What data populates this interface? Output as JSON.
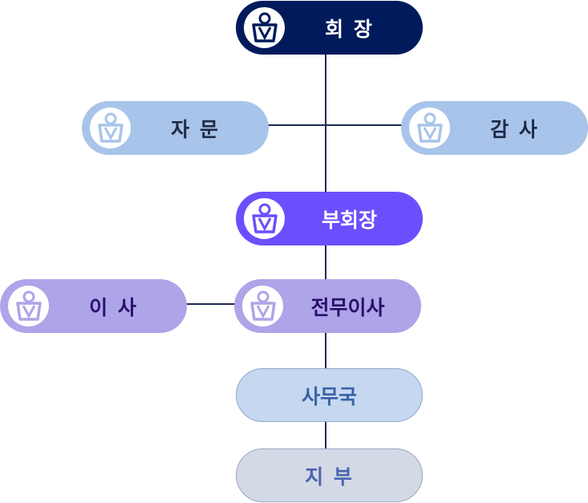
{
  "nodes": {
    "chairman": {
      "label": "회 장"
    },
    "advisor": {
      "label": "자 문"
    },
    "auditor": {
      "label": "감 사"
    },
    "vice_chairman": {
      "label": "부회장"
    },
    "director": {
      "label": "이 사"
    },
    "managing_director": {
      "label": "전무이사"
    },
    "secretariat": {
      "label": "사무국"
    },
    "branch": {
      "label": "지 부"
    }
  },
  "colors": {
    "chairman_bg": "#001a5c",
    "advisor_bg": "#a8c4ea",
    "vice_chairman_bg": "#6b4fff",
    "director_bg": "#aea4e8",
    "secretariat_bg": "#c6d8f0",
    "branch_bg": "#d4d9e6",
    "connector": "#1c2a55"
  },
  "icon": "person-icon"
}
